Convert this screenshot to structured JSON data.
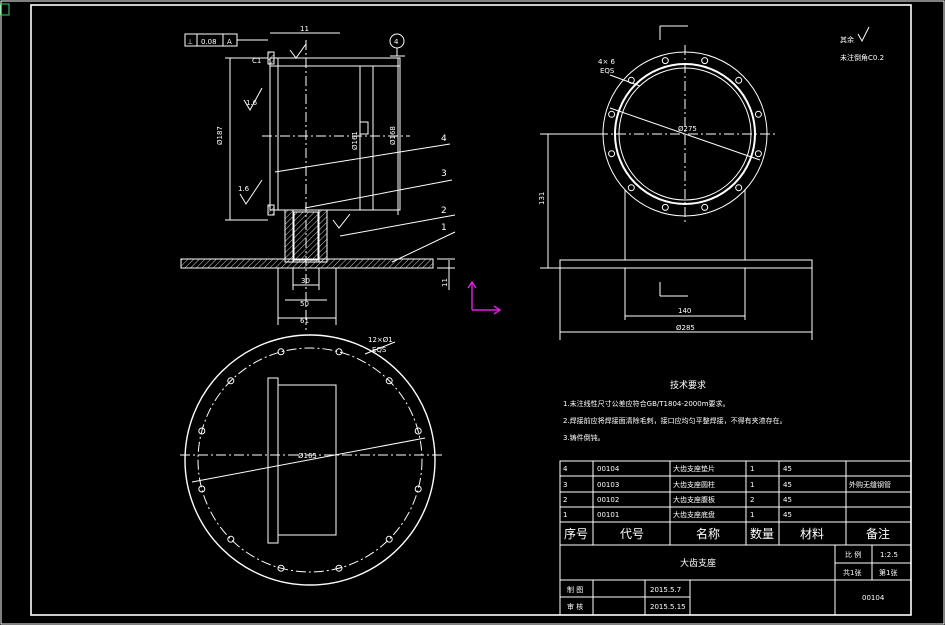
{
  "dims": {
    "top_width": "11",
    "chamfer": "C1",
    "height_left": "Ø187",
    "inner_dia": "Ø161",
    "outer_dia": "Ø168",
    "roughness_a": "1.6",
    "roughness_b": "1.6",
    "flange_thk": "11",
    "bore_a": "30",
    "bore_b": "50",
    "overall_b": "61",
    "side_height": "131",
    "base_inner": "140",
    "base_total": "Ø285",
    "circle_dia": "Ø275",
    "plan_dia": "Ø165",
    "holes_top": "4× 6",
    "holes_top_sub": "EQS",
    "holes_plan": "12×Ø1",
    "holes_plan_sub": "EQS",
    "tol_symbol": "⊥",
    "tol_value": "0.08",
    "tol_datum": "A",
    "section_marker": "4"
  },
  "balloons": [
    "4",
    "3",
    "2",
    "1"
  ],
  "notes": {
    "title": "技术要求",
    "items": [
      "1.未注线性尺寸公差应符合GB/T1804-2000m要求。",
      "2.焊接前应将焊接面清除毛刺，接口应均匀平整焊接，不得有夹渣存在。",
      "3.铸件倒钝。"
    ]
  },
  "corner": {
    "rough_label": "其余",
    "chamfer_note": "未注倒角C0.2"
  },
  "bom": {
    "rows": [
      {
        "no": "4",
        "code": "00104",
        "name": "大齿支座垫片",
        "qty": "1",
        "mat": "45",
        "note": "外购无缝钢管"
      },
      {
        "no": "3",
        "code": "00103",
        "name": "大齿支座圆柱",
        "qty": "1",
        "mat": "45",
        "note": ""
      },
      {
        "no": "2",
        "code": "00102",
        "name": "大齿支座腹板",
        "qty": "2",
        "mat": "45",
        "note": ""
      },
      {
        "no": "1",
        "code": "00101",
        "name": "大齿支座底盘",
        "qty": "1",
        "mat": "45",
        "note": ""
      }
    ],
    "header": {
      "no": "序号",
      "code": "代号",
      "name": "名称",
      "qty": "数量",
      "mat": "材料",
      "note": "备注"
    }
  },
  "title_block": {
    "part_name": "大齿支座",
    "scale_label": "比 例",
    "scale_value": "1:2.5",
    "sheets_total": "共1张",
    "sheet_no": "第1张",
    "drawn_label": "制 图",
    "checked_label": "审 核",
    "drawn_date": "2015.5.7",
    "checked_date": "2015.5.15",
    "drawing_no": "00104"
  },
  "colors": {
    "lines": "#ffffff",
    "ucs": "#e020e0",
    "bg": "#000000"
  }
}
